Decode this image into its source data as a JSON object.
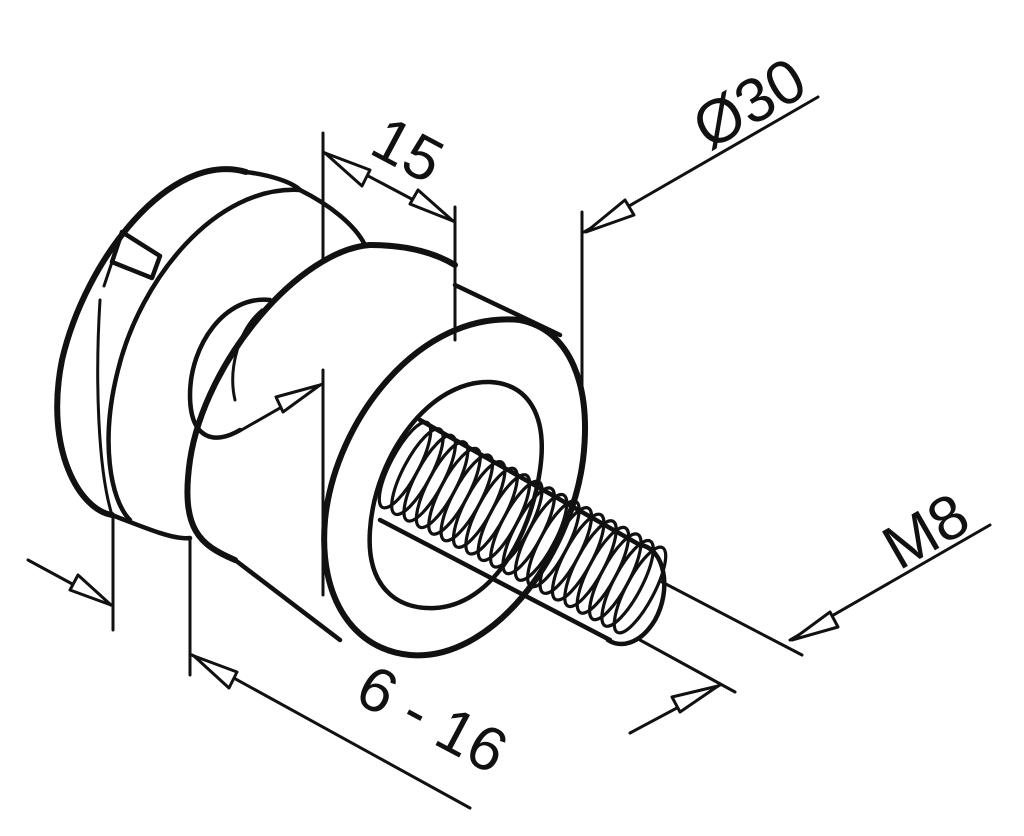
{
  "drawing": {
    "dimensions": {
      "width_label": "15",
      "diameter_label": "Ø30",
      "thread_label": "M8",
      "glass_thickness_label": "6 - 16"
    }
  }
}
